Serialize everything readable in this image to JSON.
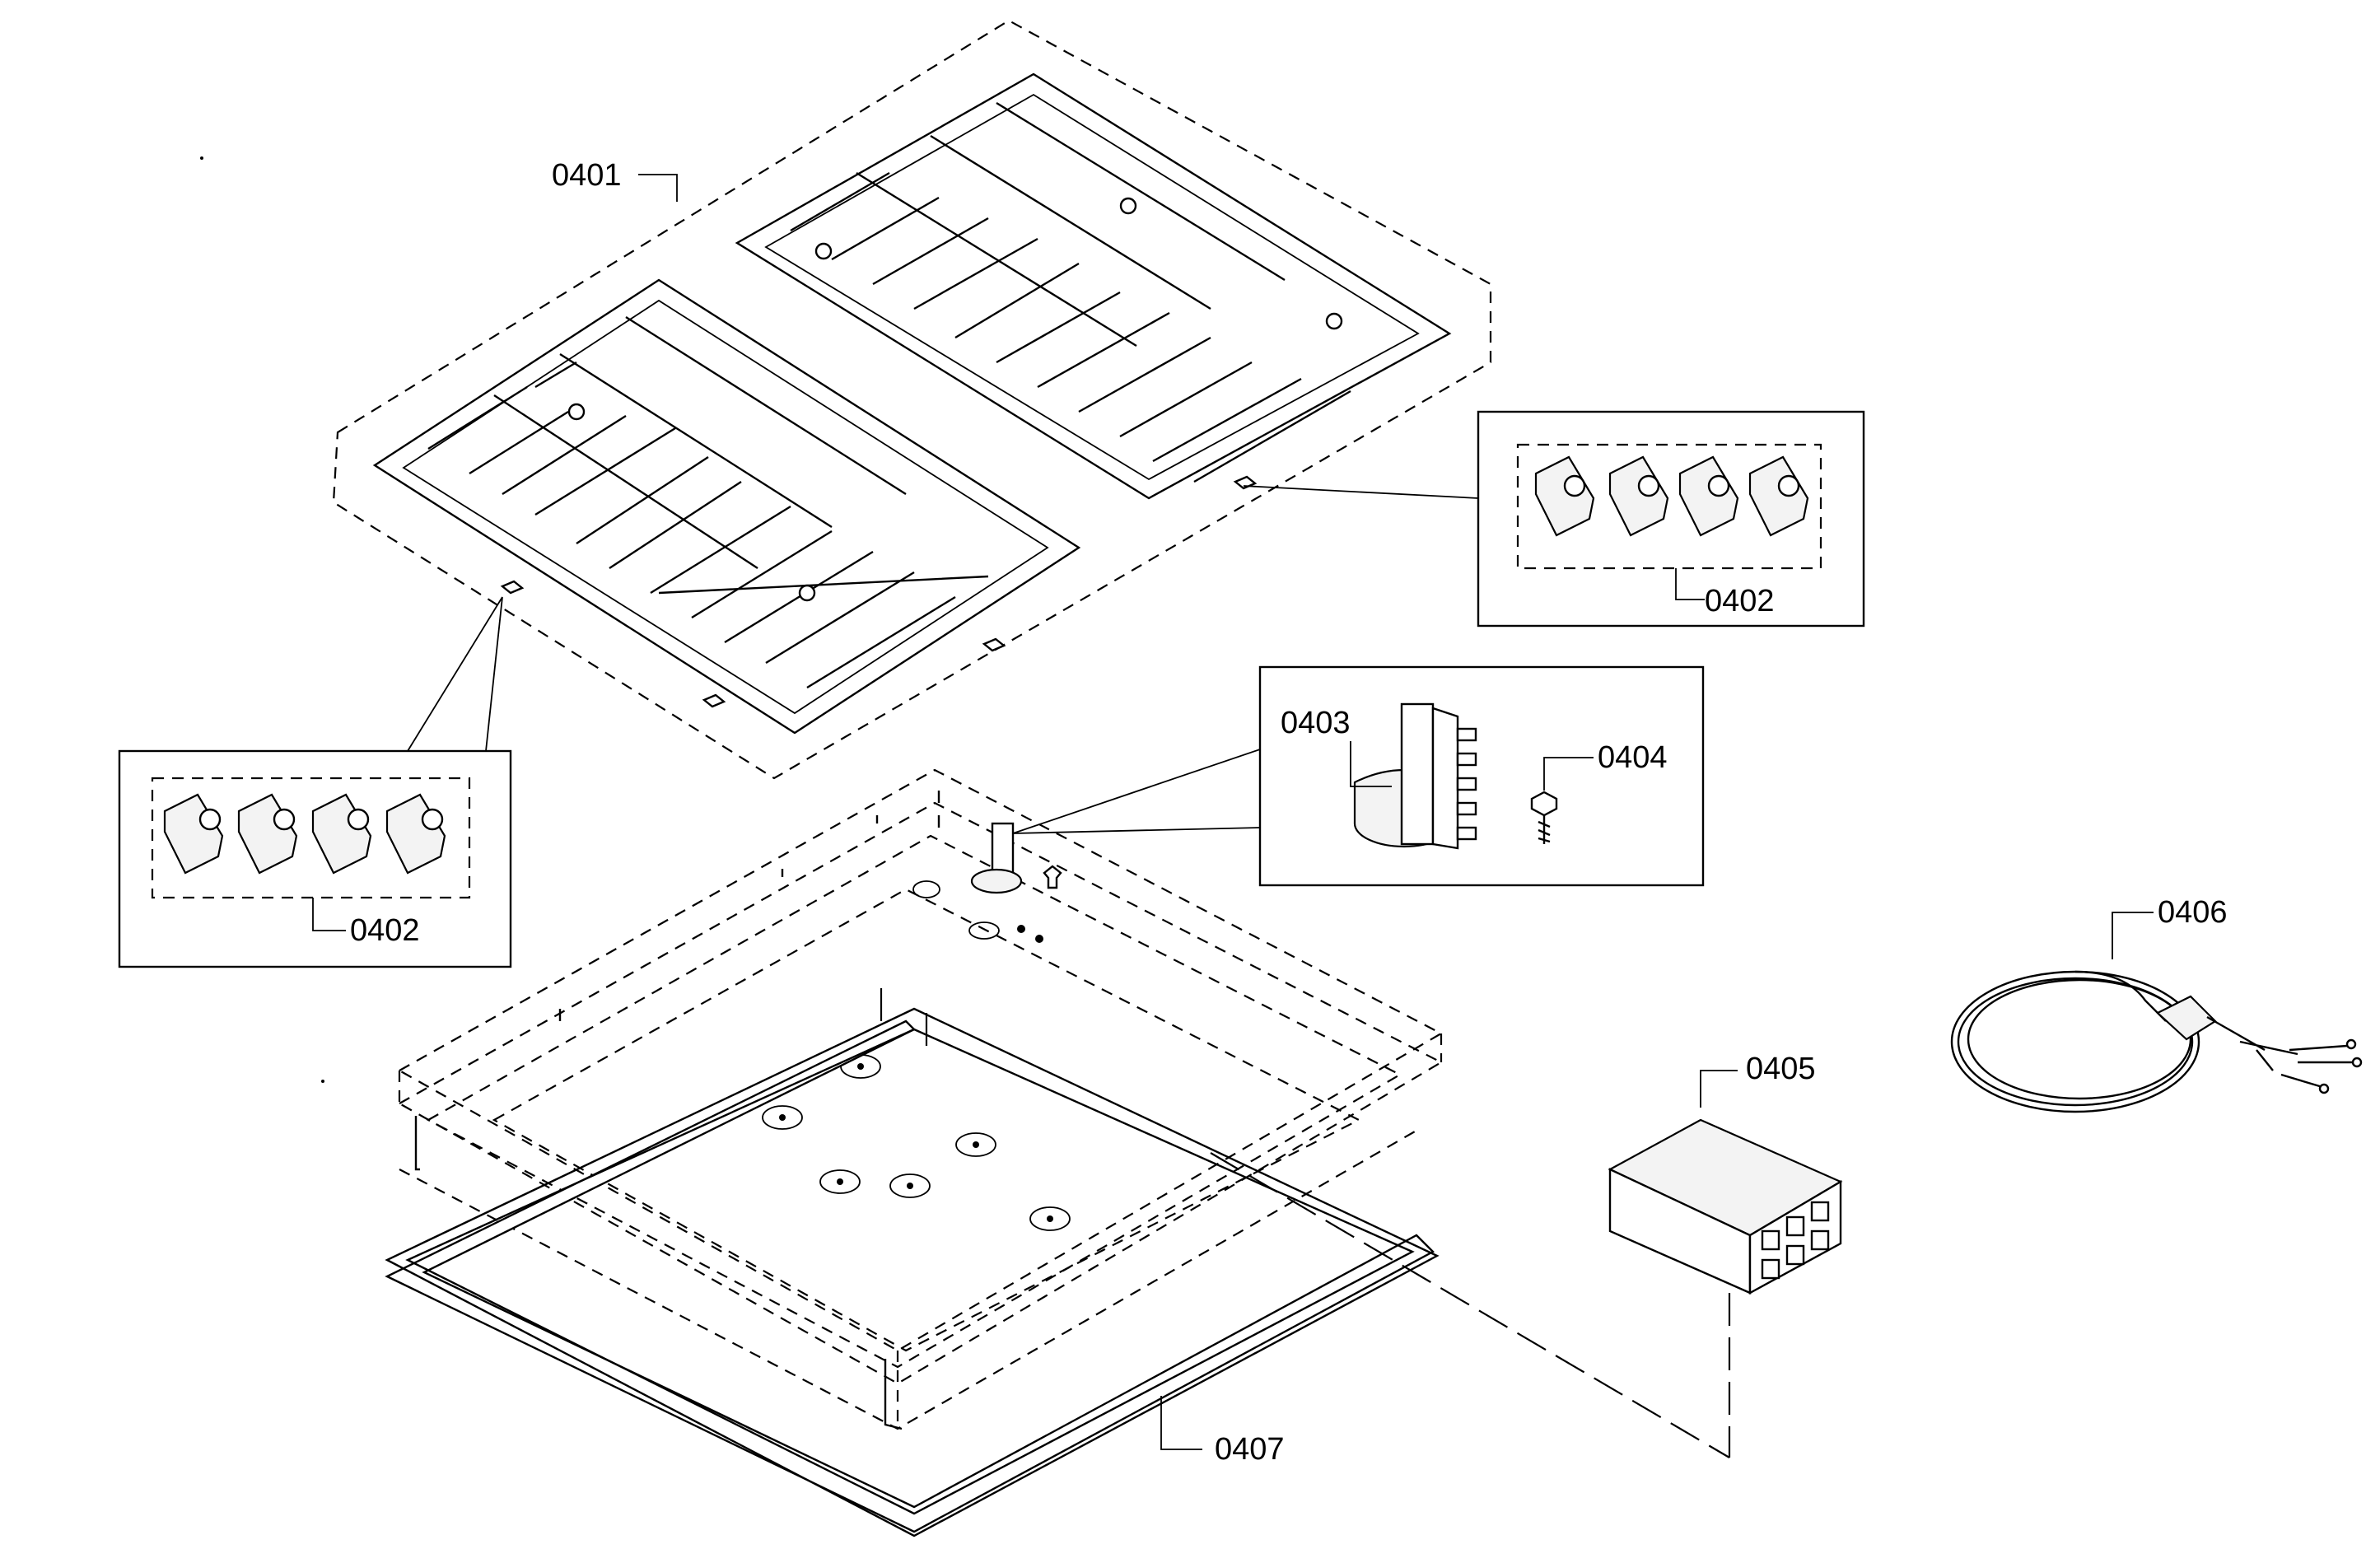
{
  "labels": {
    "grates": "0401",
    "feet_right": "0402",
    "feet_left": "0402",
    "spark_module": "0403",
    "screw": "0404",
    "junction_box": "0405",
    "power_cord": "0406",
    "gasket": "0407"
  }
}
